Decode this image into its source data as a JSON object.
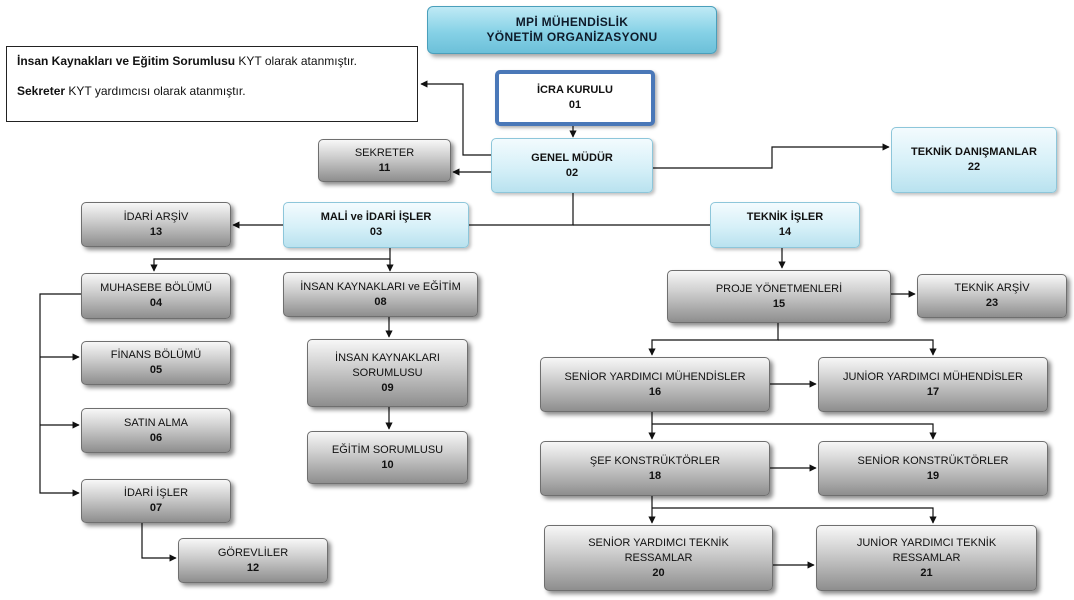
{
  "title": {
    "line1": "MPİ MÜHENDİSLİK",
    "line2": "YÖNETİM ORGANİZASYONU"
  },
  "note": {
    "line1_bold": "İnsan Kaynakları ve Eğitim Sorumlusu",
    "line1_rest": " KYT olarak atanmıştır.",
    "line2_bold": "Sekreter",
    "line2_rest": " KYT yardımcısı olarak atanmıştır."
  },
  "units": {
    "u01": {
      "label": "İCRA KURULU",
      "code": "01"
    },
    "u02": {
      "label": "GENEL MÜDÜR",
      "code": "02"
    },
    "u03": {
      "label": "MALİ ve İDARİ İŞLER",
      "code": "03"
    },
    "u04": {
      "label": "MUHASEBE BÖLÜMÜ",
      "code": "04"
    },
    "u05": {
      "label": "FİNANS BÖLÜMÜ",
      "code": "05"
    },
    "u06": {
      "label": "SATIN ALMA",
      "code": "06"
    },
    "u07": {
      "label": "İDARİ İŞLER",
      "code": "07"
    },
    "u08": {
      "label": "İNSAN KAYNAKLARI ve EĞİTİM",
      "code": "08"
    },
    "u09": {
      "label1": "İNSAN KAYNAKLARI",
      "label2": "SORUMLUSU",
      "code": "09"
    },
    "u10": {
      "label": "EĞİTİM SORUMLUSU",
      "code": "10"
    },
    "u11": {
      "label": "SEKRETER",
      "code": "11"
    },
    "u12": {
      "label": "GÖREVLİLER",
      "code": "12"
    },
    "u13": {
      "label": "İDARİ ARŞİV",
      "code": "13"
    },
    "u14": {
      "label": "TEKNİK İŞLER",
      "code": "14"
    },
    "u15": {
      "label": "PROJE YÖNETMENLERİ",
      "code": "15"
    },
    "u16": {
      "label": "SENİOR YARDIMCI MÜHENDİSLER",
      "code": "16"
    },
    "u17": {
      "label": "JUNİOR YARDIMCI MÜHENDİSLER",
      "code": "17"
    },
    "u18": {
      "label": "ŞEF KONSTRÜKTÖRLER",
      "code": "18"
    },
    "u19": {
      "label": "SENİOR KONSTRÜKTÖRLER",
      "code": "19"
    },
    "u20": {
      "label1": "SENİOR YARDIMCI TEKNİK",
      "label2": "RESSAMLAR",
      "code": "20"
    },
    "u21": {
      "label1": "JUNİOR YARDIMCI TEKNİK",
      "label2": "RESSAMLAR",
      "code": "21"
    },
    "u22": {
      "label": "TEKNİK DANIŞMANLAR",
      "code": "22"
    },
    "u23": {
      "label": "TEKNİK ARŞİV",
      "code": "23"
    }
  }
}
